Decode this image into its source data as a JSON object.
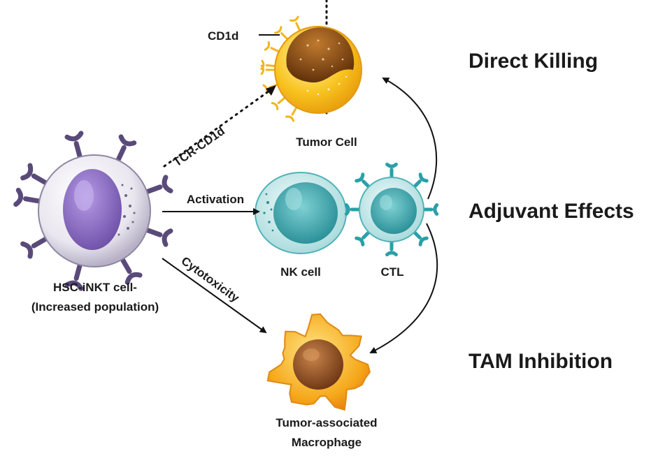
{
  "cells": {
    "inkt_label_line1": "HSC-iNKT cell-",
    "inkt_label_line2": "(Increased population)",
    "tumor_label": "Tumor Cell",
    "cd1d_label": "CD1d",
    "nk_label": "NK cell",
    "ctl_label": "CTL",
    "tam_label_line1": "Tumor-associated",
    "tam_label_line2": "Macrophage"
  },
  "arrows": {
    "tcr_label": "TCR-CD1d",
    "activation_label": "Activation",
    "cytotoxicity_label": "Cytotoxicity"
  },
  "effects": {
    "direct": "Direct Killing",
    "adjuvant": "Adjuvant Effects",
    "tam": "TAM Inhibition"
  },
  "colors": {
    "inkt_receptor": "#5a4a7a",
    "inkt_nucleus": "#8e6fc6",
    "tumor_body": "#f7c21f",
    "tumor_nucleus": "#8a4a12",
    "nk_body": "#3aa8ad",
    "ctl_receptor": "#2aa0a8",
    "macrophage_body": "#f5a21a",
    "macrophage_nucleus": "#8a4a1e"
  }
}
